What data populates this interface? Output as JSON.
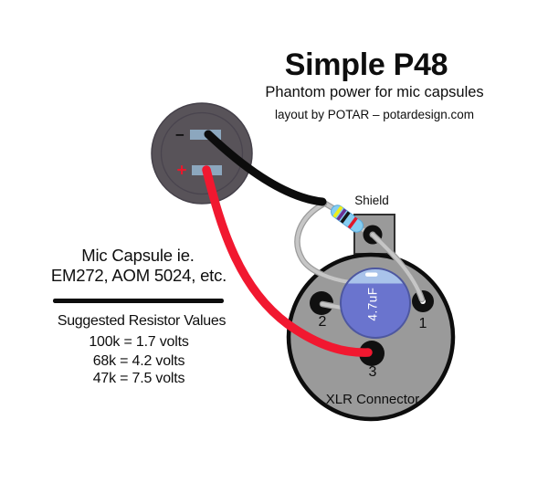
{
  "header": {
    "title": "Simple P48",
    "subtitle": "Phantom power for mic capsules",
    "byline": "layout by POTAR – potardesign.com"
  },
  "notes": {
    "line1": "Mic Capsule ie.",
    "line2": "EM272, AOM 5024, etc.",
    "heading": "Suggested Resistor Values",
    "values": [
      "100k = 1.7 volts",
      "68k = 4.2 volts",
      "47k = 7.5 volts"
    ]
  },
  "diagram": {
    "shield_label": "Shield",
    "xlr_label": "XLR Connector",
    "pins": {
      "p1": "1",
      "p2": "2",
      "p3": "3"
    },
    "capacitor_value": "4.7uF",
    "capsule_polarity": {
      "negative": "−",
      "positive": "+"
    },
    "colors": {
      "capsule_body": "#585359",
      "capsule_pad": "#8ca7be",
      "xlr_body": "#9a9a9a",
      "tab_body": "#9a9a9a",
      "wire_black": "#0c0c0c",
      "wire_red": "#f11830",
      "wire_gray_core": "#c6c6c6",
      "wire_gray_outline": "#9b9b9b",
      "resistor_body": "#85cdf2",
      "resistor_bands": [
        "#f0ee18",
        "#6b2f92",
        "#161616",
        "#e0182a"
      ],
      "capacitor_body": "#6a74ce",
      "capacitor_top": "#a9c3ea"
    }
  }
}
